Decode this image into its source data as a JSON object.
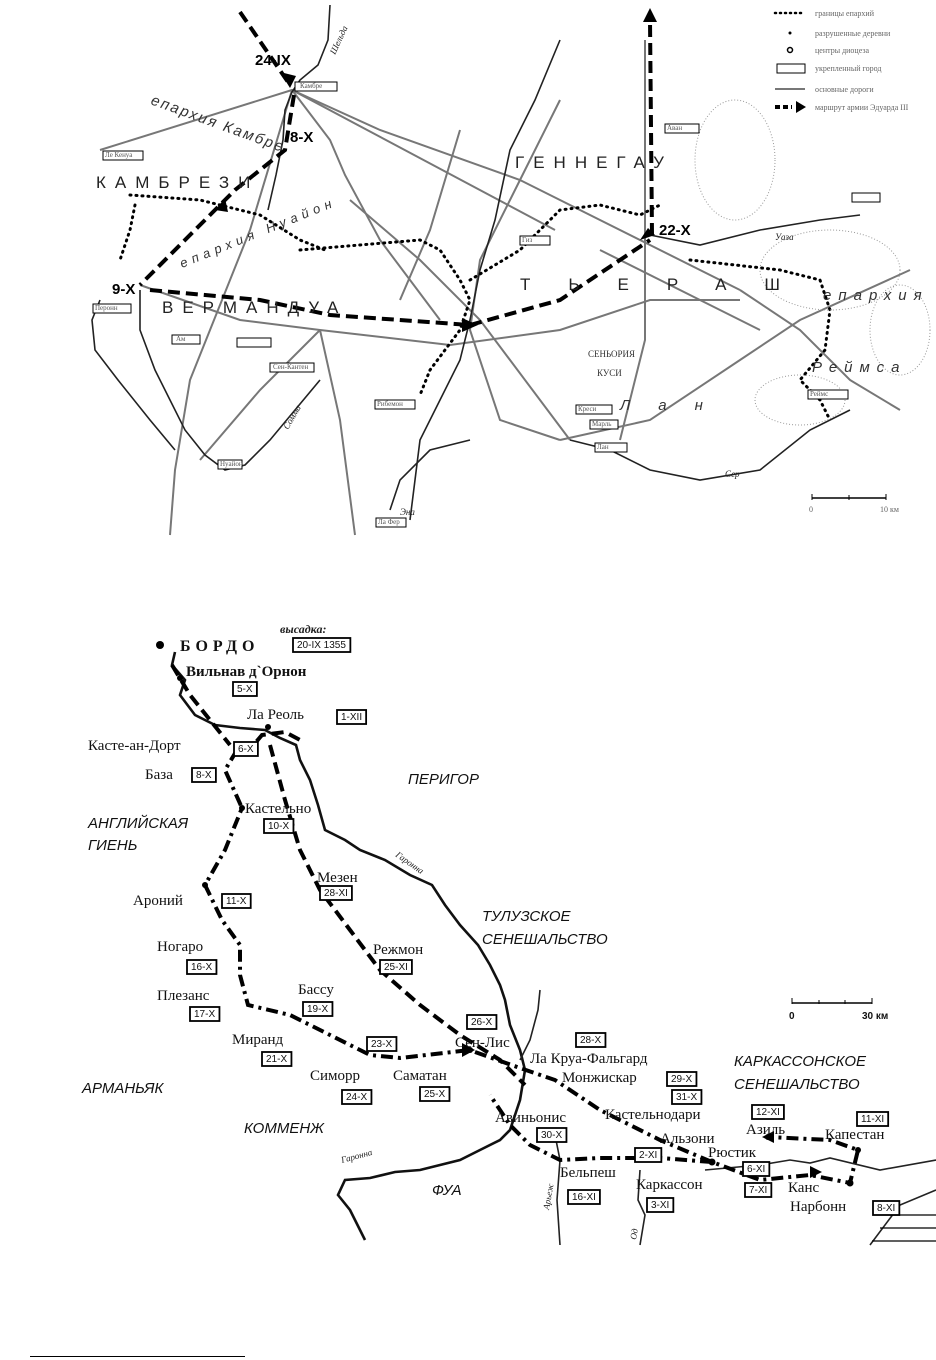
{
  "map1": {
    "legend": [
      "границы епархий",
      "разрушенные деревни",
      "центры диоцеза",
      "укрепленный город",
      "основные дороги",
      "маршрут армии Эдуарда III"
    ],
    "regions": [
      "КАМБРЕЗИ",
      "ГЕННЕГАУ",
      "ВЕРМАНДУА",
      "ТЬЕРАШ",
      "епархия",
      "Реймса",
      "Лан",
      "епархия Камбре",
      "епархия Нуайон",
      "СЕНЬОРИЯ",
      "КУСИ"
    ],
    "dates": [
      "24-IX",
      "8-X",
      "9-X",
      "22-X"
    ],
    "rivers": [
      "Шельда",
      "Уаза",
      "Сомма",
      "Сер",
      "Эна"
    ],
    "towns": [
      "Камбре",
      "Перонн",
      "Ам",
      "Сен-Кантен",
      "Рибемон",
      "Гиз",
      "Марль",
      "Креси",
      "Ле Кенуа",
      "Нуайон",
      "Ла Фер",
      "Лан",
      "Реймс",
      "Аван"
    ],
    "scale": {
      "zero": "0",
      "max": "10 км"
    }
  },
  "map2": {
    "landing_label": "высадка:",
    "regions": [
      "ПЕРИГОР",
      "АНГЛИЙСКАЯ",
      "ГИЕНЬ",
      "ТУЛУЗСКОЕ",
      "СЕНЕШАЛЬСТВО",
      "АРМАНЬЯК",
      "КОММЕНЖ",
      "ФУА",
      "КАРКАССОНСКОЕ",
      "СЕНЕШАЛЬСТВО"
    ],
    "towns": [
      "БОРДО",
      "Вильнав д`Орнон",
      "Ла Реоль",
      "Касте-ан-Дорт",
      "База",
      "Кастельно",
      "Мезен",
      "Ароний",
      "Режмон",
      "Ногаро",
      "Бассу",
      "Плезанс",
      "Миранд",
      "Сен-Лис",
      "Ла Круа-Фальгард",
      "Монжискар",
      "Симорр",
      "Саматан",
      "Кастельнодари",
      "Авиньонис",
      "Альзони",
      "Азиль",
      "Капестан",
      "Рюстик",
      "Бельпеш",
      "Каркассон",
      "Канс",
      "Нарбонн"
    ],
    "dates": [
      "20-IX 1355",
      "5-X",
      "1-XII",
      "6-X",
      "8-X",
      "10-X",
      "28-XI",
      "11-X",
      "16-X",
      "25-XI",
      "19-X",
      "17-X",
      "21-X",
      "23-X",
      "26-X",
      "28-X",
      "29-X",
      "31-X",
      "24-X",
      "25-X",
      "12-XI",
      "11-XI",
      "30-X",
      "2-XI",
      "6-XI",
      "16-XI",
      "3-XI",
      "7-XI",
      "8-XI"
    ],
    "rivers": [
      "Гаронна",
      "Гаронна",
      "Арьеж",
      "Од"
    ],
    "scale": {
      "zero": "0",
      "max": "30 км"
    }
  }
}
